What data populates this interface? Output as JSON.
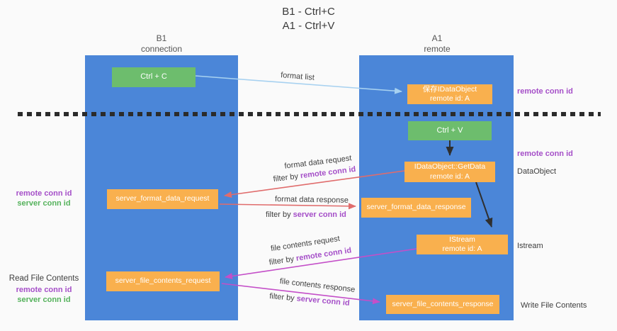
{
  "title": {
    "line1": "B1 - Ctrl+C",
    "line2": "A1 - Ctrl+V"
  },
  "lanes": {
    "b1": {
      "name": "B1",
      "subtitle": "connection"
    },
    "a1": {
      "name": "A1",
      "subtitle": "remote"
    }
  },
  "nodes": {
    "ctrl_c": {
      "label": "Ctrl + C"
    },
    "saved_dataobject": {
      "line1": "保存IDataObject",
      "line2": "remote id: A"
    },
    "ctrl_v": {
      "label": "Ctrl + V"
    },
    "getdata": {
      "line1": "IDataObject::GetData",
      "line2": "remote id: A"
    },
    "server_format_data_request": {
      "label": "server_format_data_request"
    },
    "server_format_data_response": {
      "label": "server_format_data_response"
    },
    "istream": {
      "line1": "IStream",
      "line2": "remote id: A"
    },
    "server_file_contents_request": {
      "label": "server_file_contents_request"
    },
    "server_file_contents_response": {
      "label": "server_file_contents_response"
    }
  },
  "edge_labels": {
    "format_list": "format list",
    "format_data_request": "format data request",
    "format_data_response": "format data response",
    "file_contents_request": "file contents request",
    "file_contents_response": "file contents response",
    "filter_by": "filter by ",
    "remote_conn_id": "remote conn id",
    "server_conn_id": "server conn id"
  },
  "annotations": {
    "right": {
      "remote_conn_id_1": "remote conn id",
      "remote_conn_id_2": "remote conn id",
      "dataobject": "DataObject",
      "istream": "Istream",
      "write_file_contents": "Write File Contents"
    },
    "left": {
      "remote_conn_id_1": "remote conn id",
      "server_conn_id_1": "server conn id",
      "read_file_contents": "Read File Contents",
      "remote_conn_id_2": "remote conn id",
      "server_conn_id_2": "server conn id"
    }
  },
  "colors": {
    "lane_blue": "#4b86d8",
    "node_green": "#6dbd6d",
    "node_orange": "#f9b04e",
    "arrow_red": "#e06c6c",
    "arrow_magenta": "#c44fc8",
    "arrow_blue": "#a7d1f0",
    "arrow_black": "#2f2f2f",
    "text_purple": "#a54fc8",
    "text_green": "#55b25c"
  }
}
